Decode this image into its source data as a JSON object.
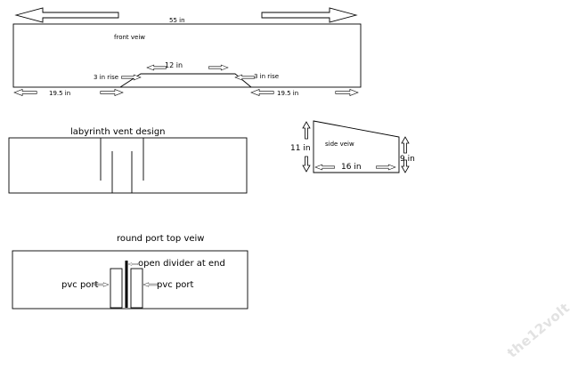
{
  "front_view": {
    "width_label": "55 in",
    "view_label": "front veiw",
    "center_label": "12 in",
    "left_rise_label": "3 in rise",
    "right_rise_label": "3 in rise",
    "left_bottom_label": "19.5 in",
    "right_bottom_label": "19.5 in"
  },
  "labyrinth": {
    "title": "labyrinth vent design"
  },
  "side_view": {
    "view_label": "side veiw",
    "left_height_label": "11 in",
    "right_height_label": "9 in",
    "width_label": "16 in"
  },
  "round_port": {
    "title": "round port top veiw",
    "divider_label": "open divider at end",
    "left_port_label": "pvc port",
    "right_port_label": "pvc port"
  },
  "watermark": "the12volt.com"
}
